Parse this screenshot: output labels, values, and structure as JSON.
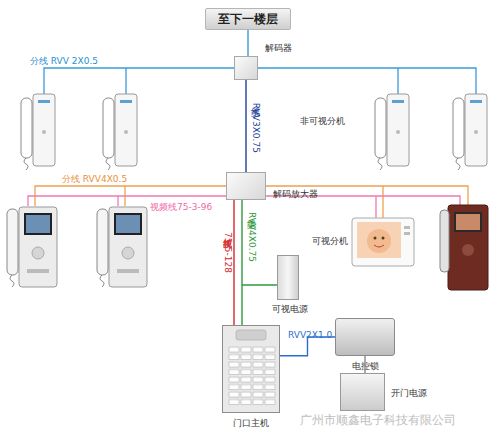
{
  "diagram": {
    "nodes": [
      {
        "text": [
          "至下一楼层"
        ]
      },
      {
        "text": [
          "解码器"
        ]
      },
      {
        "text": [
          "解码放大器"
        ]
      },
      {
        "text": [
          "可视电源"
        ]
      },
      {
        "text": [
          "门口主机"
        ]
      },
      {
        "text": [
          "电控锁"
        ]
      },
      {
        "text": [
          "开门电源"
        ]
      }
    ],
    "edges": [
      {
        "from": 0,
        "to": 1,
        "arrow": "none"
      },
      {
        "from": 1,
        "to": 2,
        "label": "主线 RVV3X0.75",
        "arrow": "none"
      },
      {
        "from": 2,
        "to": 4,
        "label": "视频线75-5-128",
        "arrow": "none"
      },
      {
        "from": 2,
        "to": 4,
        "label": "主线RVV4X0.75",
        "arrow": "none"
      },
      {
        "from": 4,
        "to": 5,
        "label": "RVV2X1.0",
        "arrow": "none"
      },
      {
        "from": 5,
        "to": 6,
        "arrow": "none"
      }
    ],
    "labels": [
      "分线 RVV 2X0.5",
      "非可视分机",
      "分线 RVV4X0.5",
      "视频线75-3-96",
      "可视分机",
      "广州市顺鑫电子科技有限公司"
    ]
  }
}
